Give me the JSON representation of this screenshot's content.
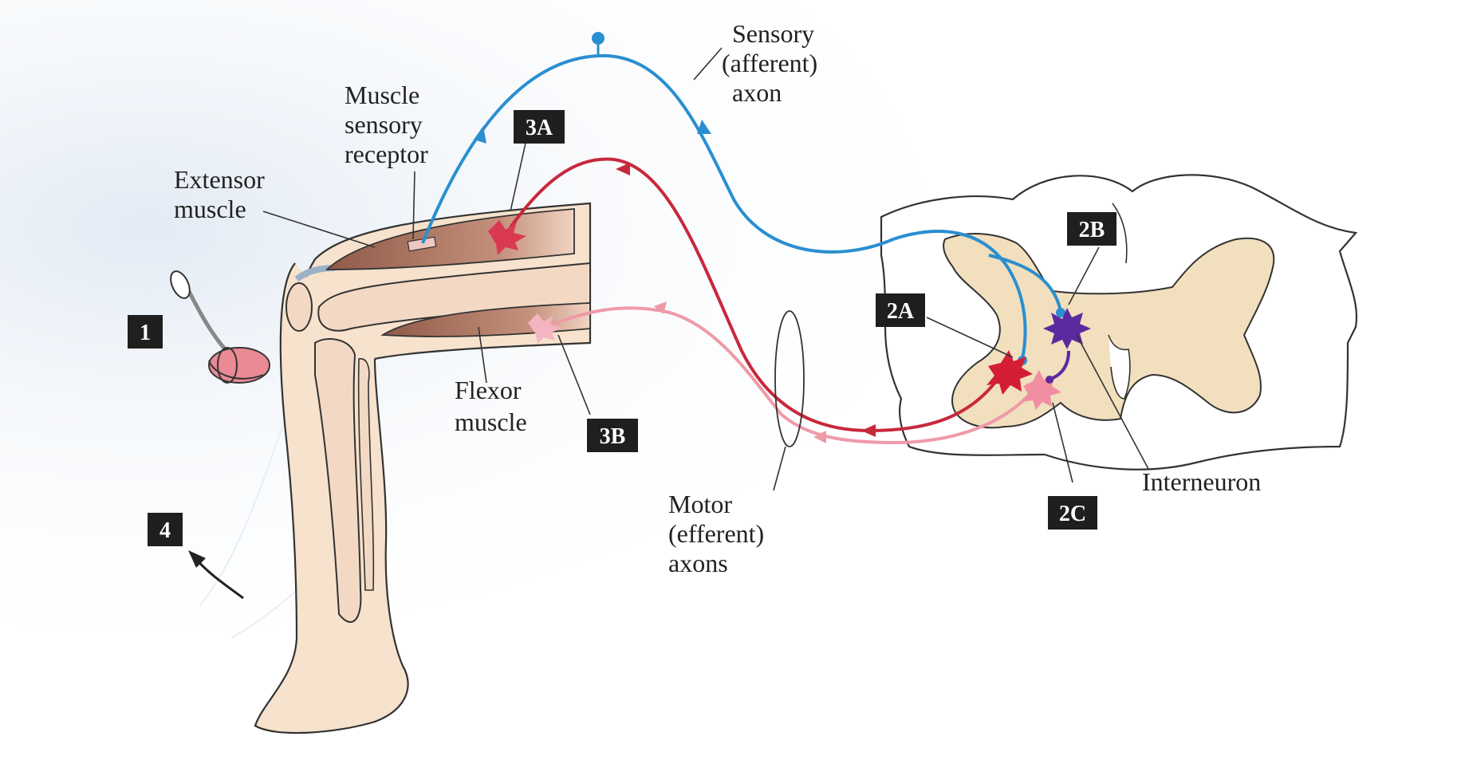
{
  "labels": {
    "sensory": [
      "Sensory",
      "(afferent)",
      "axon"
    ],
    "receptor": [
      "Muscle",
      "sensory",
      "receptor"
    ],
    "extensor": [
      "Extensor",
      "muscle"
    ],
    "flexor": [
      "Flexor",
      "muscle"
    ],
    "motor": [
      "Motor",
      "(efferent)",
      "axons"
    ],
    "interneuron": "Interneuron"
  },
  "tags": {
    "t1": "1",
    "t2a": "2A",
    "t2b": "2B",
    "t2c": "2C",
    "t3a": "3A",
    "t3b": "3B",
    "t4": "4"
  },
  "colors": {
    "sensory_axon": "#2a8fd0",
    "extensor_motor_axon": "#c8283c",
    "flexor_motor_axon": "#ef9aa8",
    "interneuron": "#5b2a9e",
    "spinal_gray_matter": "#f1dfbe",
    "muscle": "#b07a66",
    "leg_skin": "#f6e2cd"
  }
}
